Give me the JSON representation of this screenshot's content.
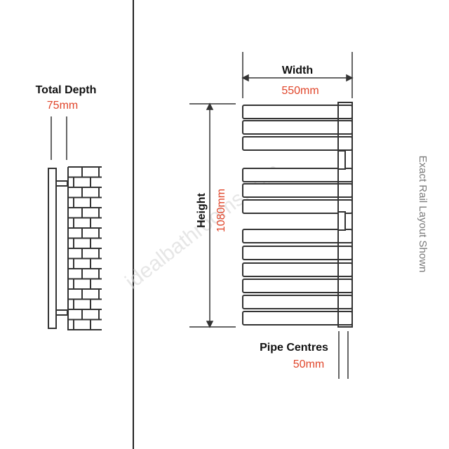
{
  "depth": {
    "label": "Total Depth",
    "value": "75mm"
  },
  "width": {
    "label": "Width",
    "value": "550mm"
  },
  "height": {
    "label": "Height",
    "value": "1080mm"
  },
  "pipe": {
    "label": "Pipe Centres",
    "value": "50mm"
  },
  "note": "Exact Rail Layout Shown",
  "watermark": "idealbathrooms.com",
  "colors": {
    "accent": "#e0452a",
    "line": "#222222",
    "text": "#111111"
  }
}
